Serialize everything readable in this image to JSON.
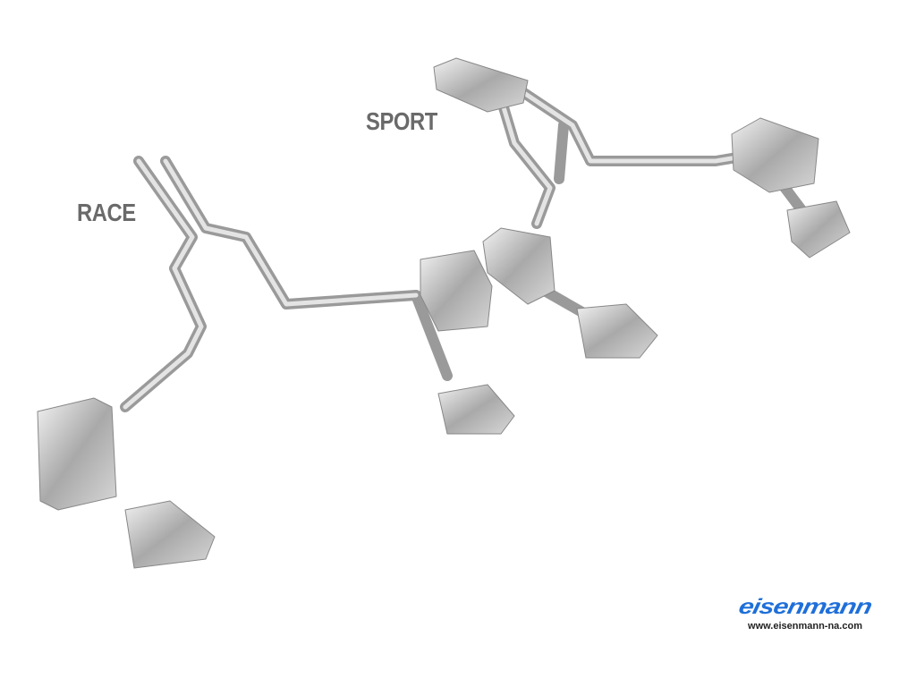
{
  "labels": {
    "race": "RACE",
    "sport": "SPORT"
  },
  "logo": {
    "brand": "eisenmann",
    "url": "www.eisenmann-na.com"
  },
  "colors": {
    "brand": "#1f6fd9",
    "label": "#6a6a6a",
    "steel": "#b9b9b9"
  }
}
